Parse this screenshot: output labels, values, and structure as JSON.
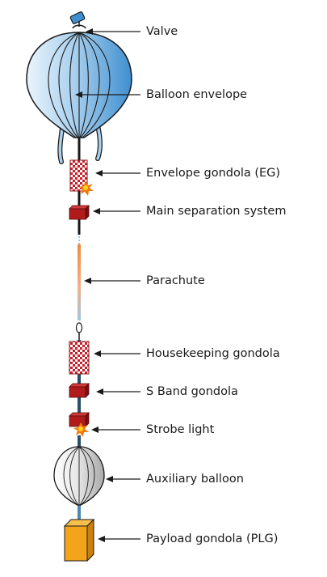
{
  "labels": {
    "valve": "Valve",
    "balloon_envelope": "Balloon envelope",
    "envelope_gondola": "Envelope gondola (EG)",
    "main_separation": "Main separation system",
    "parachute": "Parachute",
    "housekeeping_gondola": "Housekeeping gondola",
    "s_band_gondola": "S Band gondola",
    "strobe_light": "Strobe light",
    "auxiliary_balloon": "Auxiliary balloon",
    "payload_gondola": "Payload gondola (PLG)"
  },
  "colors": {
    "balloon_blue": "#5aa4dc",
    "balloon_light": "#c8e2f5",
    "gondola_red": "#b01c1c",
    "checker_red": "#c8202a",
    "parachute_orange": "#f08a3c",
    "cable_blue": "#4f87b0",
    "payload_orange": "#f2a51a",
    "aux_gray": "#d8d8d8",
    "spark_yellow": "#ffd21f",
    "spark_orange": "#f07a12"
  }
}
